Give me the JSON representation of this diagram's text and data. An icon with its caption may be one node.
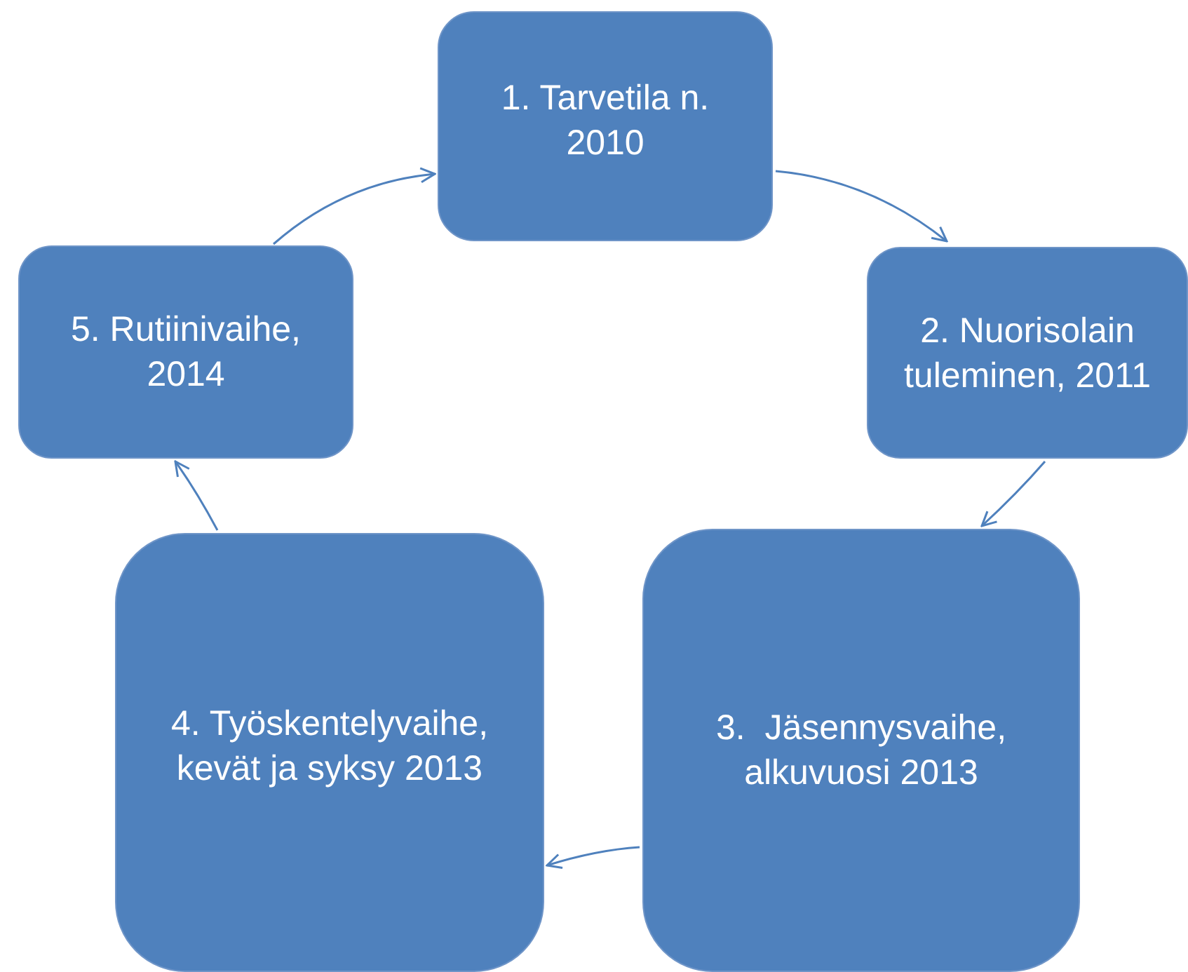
{
  "diagram": {
    "nodes": [
      {
        "text": [
          "1. Tarvetila n. 2010"
        ]
      },
      {
        "text": [
          "2. Nuorisolain tuleminen, 2011"
        ]
      },
      {
        "text": [
          "3.  Jäsennysvaihe, alkuvuosi 2013"
        ]
      },
      {
        "text": [
          "4. Työskentelyvaihe, kevät ja syksy 2013"
        ]
      },
      {
        "text": [
          "5. Rutiinivaihe, 2014"
        ]
      }
    ],
    "edges": [
      {
        "from": 0,
        "to": 1,
        "arrow": "to"
      },
      {
        "from": 1,
        "to": 2,
        "arrow": "to"
      },
      {
        "from": 2,
        "to": 3,
        "arrow": "to"
      },
      {
        "from": 3,
        "to": 4,
        "arrow": "to"
      },
      {
        "from": 4,
        "to": 0,
        "arrow": "to"
      }
    ]
  }
}
